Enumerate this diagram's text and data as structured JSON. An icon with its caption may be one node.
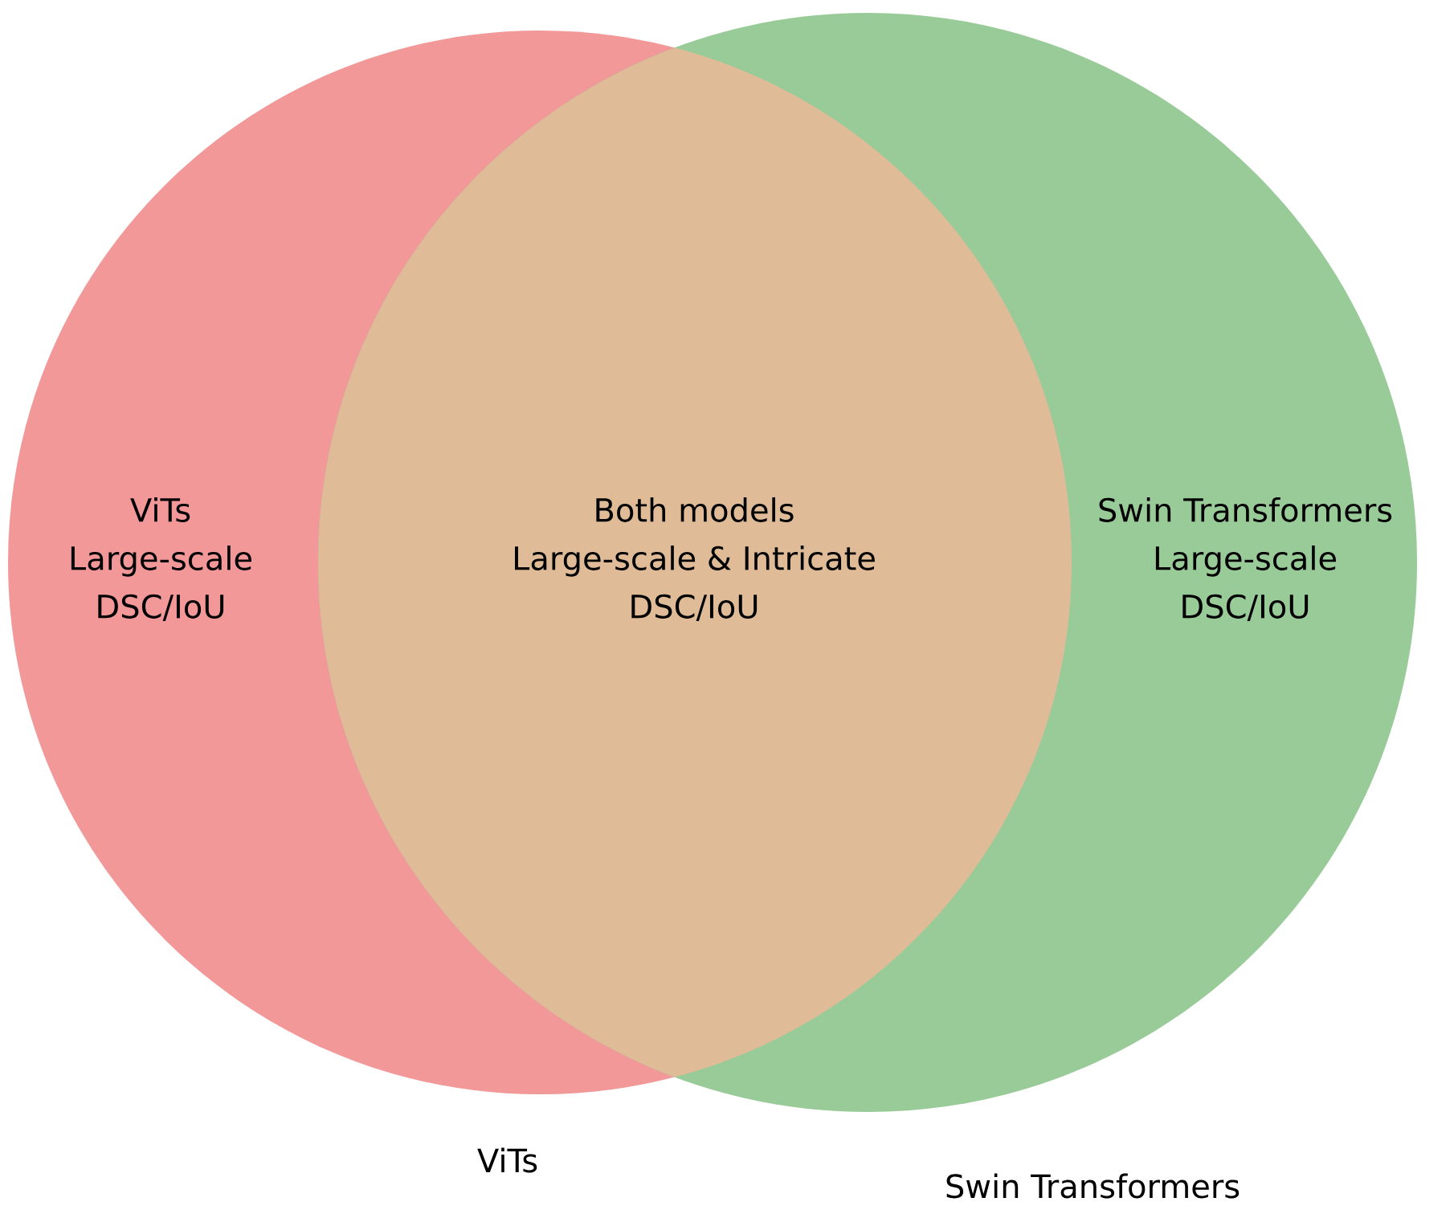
{
  "diagram": {
    "nodes": [
      {
        "text": [
          "ViTs",
          "Large-scale",
          "DSC/IoU"
        ],
        "beside": [
          "ViTs"
        ]
      },
      {
        "text": [
          "Swin Transformers",
          "Large-scale",
          "DSC/IoU"
        ],
        "beside": [
          "Swin Transformers"
        ]
      },
      {
        "text": [
          "Both models",
          "Large-scale & Intricate",
          "DSC/IoU"
        ]
      }
    ]
  }
}
